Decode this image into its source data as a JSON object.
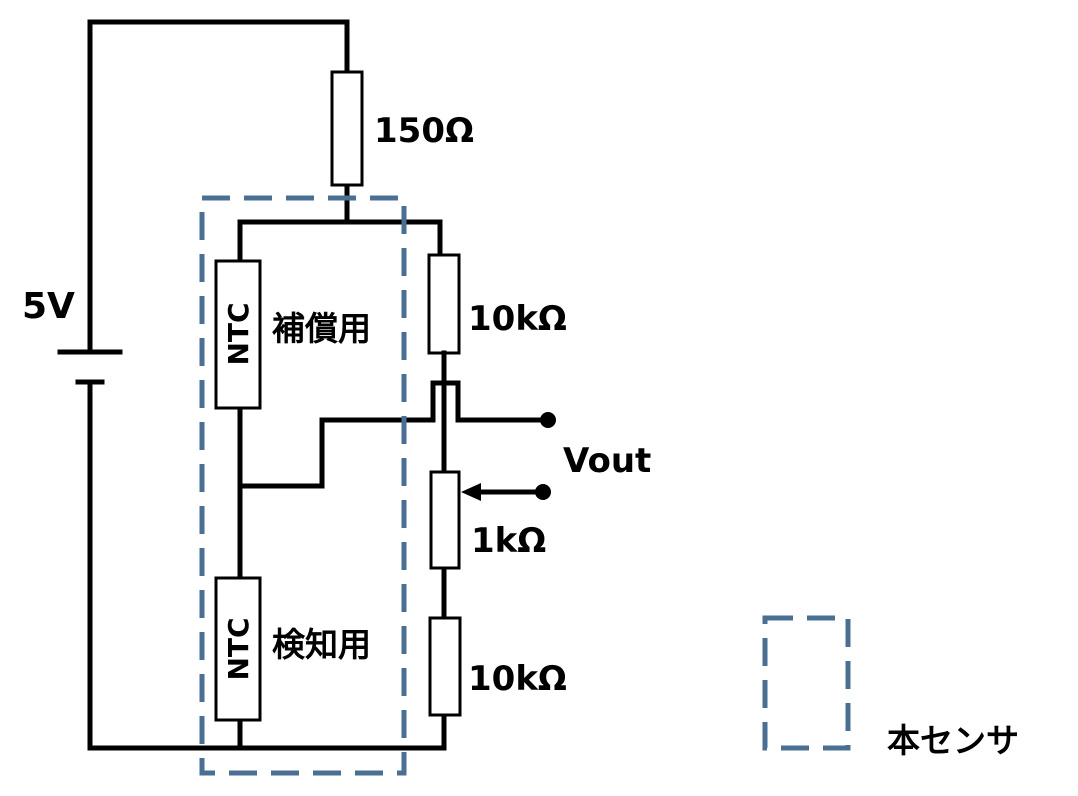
{
  "source": {
    "voltage_label": "5V"
  },
  "resistors": {
    "top": "150Ω",
    "upper_right": "10kΩ",
    "pot": "1kΩ",
    "lower_right": "10kΩ"
  },
  "thermistors": {
    "compensation": {
      "type": "NTC",
      "label": "補償用"
    },
    "detection": {
      "type": "NTC",
      "label": "検知用"
    }
  },
  "output": {
    "label": "Vout"
  },
  "legend": {
    "label": "本センサ"
  },
  "colors": {
    "dashed_box": "#4a6f92",
    "wire": "#000000"
  }
}
